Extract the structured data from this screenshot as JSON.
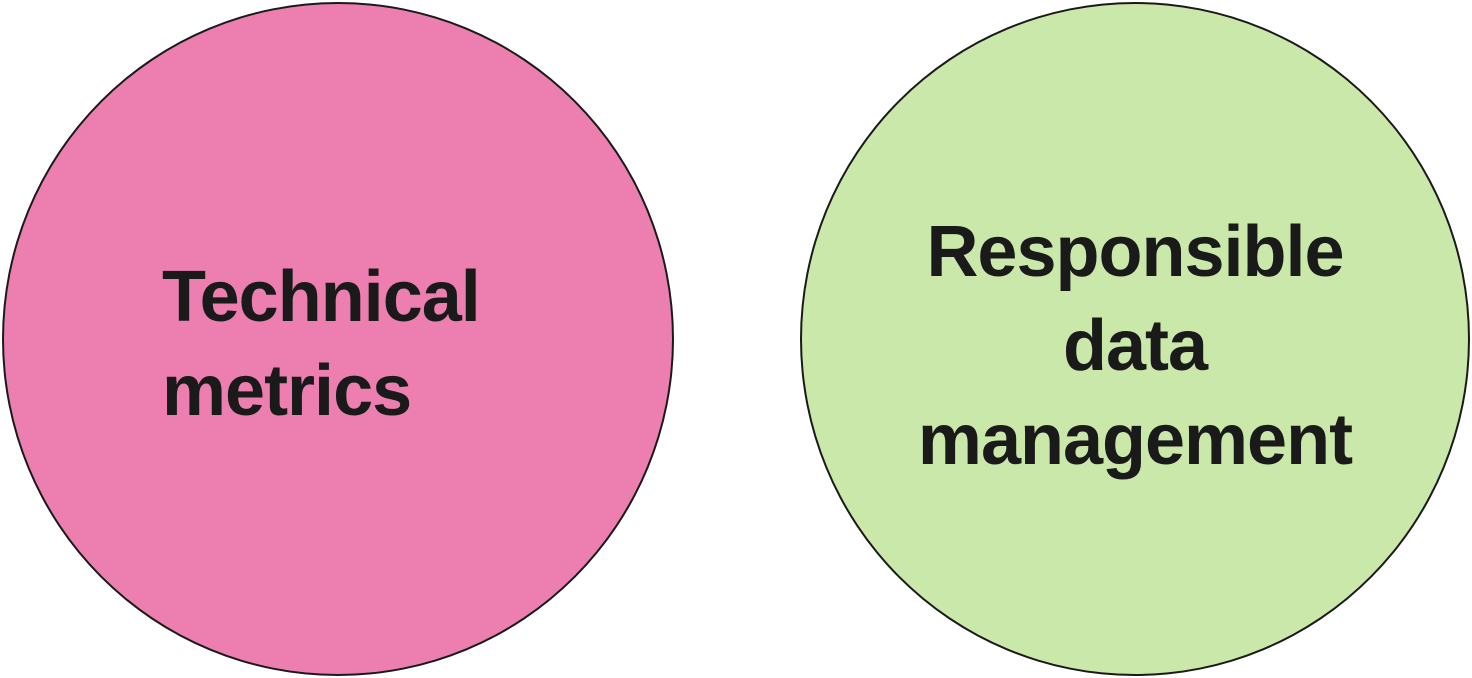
{
  "colors": {
    "left_circle_fill": "#ec7fb0",
    "right_circle_fill": "#c9e8a9",
    "outline": "#1a1a1a"
  },
  "circles": [
    {
      "lines": [
        "Technical",
        "metrics"
      ]
    },
    {
      "lines": [
        "Responsible",
        "data",
        "management"
      ]
    }
  ]
}
